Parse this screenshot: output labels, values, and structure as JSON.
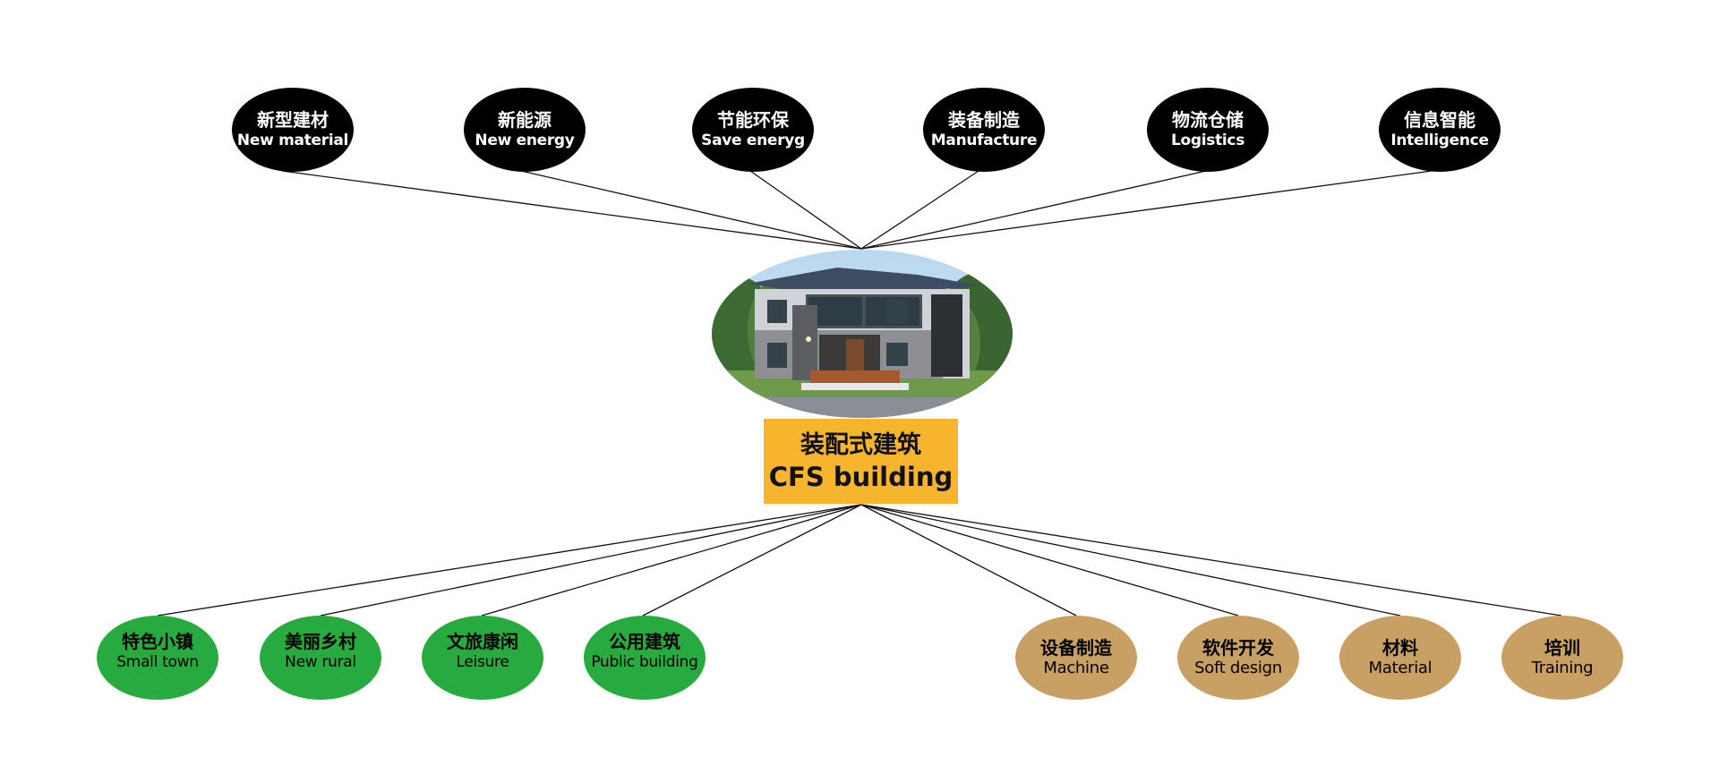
{
  "center": {
    "title_zh": "装配式建筑",
    "title_en": "CFS building",
    "box_color": "#f6b52d",
    "photo": "house-photo"
  },
  "top_nodes": [
    {
      "zh": "新型建材",
      "en": "New material"
    },
    {
      "zh": "新能源",
      "en": "New energy"
    },
    {
      "zh": "节能环保",
      "en": "Save eneryg"
    },
    {
      "zh": "装备制造",
      "en": "Manufacture"
    },
    {
      "zh": "物流仓储",
      "en": "Logistics"
    },
    {
      "zh": "信息智能",
      "en": "Intelligence"
    }
  ],
  "application_nodes": [
    {
      "zh": "特色小镇",
      "en": "Small town"
    },
    {
      "zh": "美丽乡村",
      "en": "New rural"
    },
    {
      "zh": "文旅康闲",
      "en": "Leisure"
    },
    {
      "zh": "公用建筑",
      "en": "Public building"
    }
  ],
  "service_nodes": [
    {
      "zh": "设备制造",
      "en": "Machine"
    },
    {
      "zh": "软件开发",
      "en": "Soft design"
    },
    {
      "zh": "材料",
      "en": "Material"
    },
    {
      "zh": "培训",
      "en": "Training"
    }
  ],
  "colors": {
    "top": "#000000",
    "application": "#27ab3e",
    "service": "#c9a064",
    "connector": "#111111"
  }
}
